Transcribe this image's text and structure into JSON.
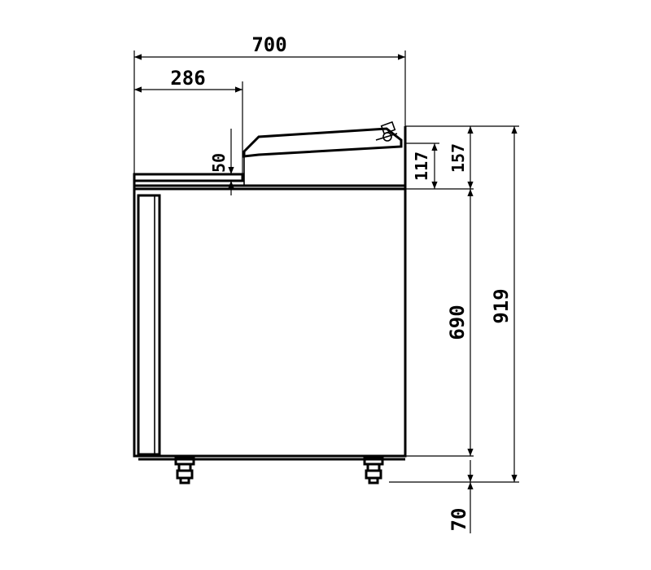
{
  "dimensions": {
    "total_depth": "700",
    "shelf_depth": "286",
    "shelf_thickness": "50",
    "lid_height_inner": "117",
    "lid_height_outer": "157",
    "cabinet_height": "690",
    "total_height": "919",
    "leg_height": "70"
  }
}
